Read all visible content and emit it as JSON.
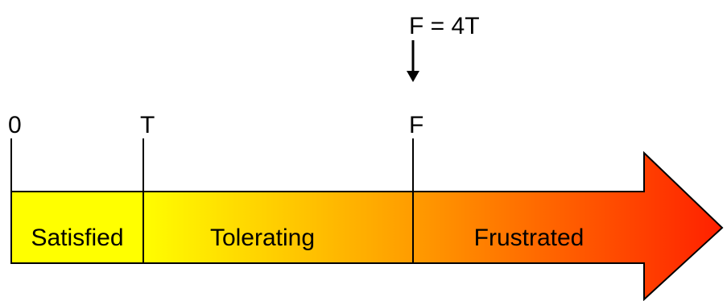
{
  "annotation": {
    "text": "F = 4T"
  },
  "ticks": {
    "zero": "0",
    "t": "T",
    "f": "F"
  },
  "zones": {
    "satisfied": "Satisfied",
    "tolerating": "Tolerating",
    "frustrated": "Frustrated"
  },
  "colors": {
    "yellow": "#ffff00",
    "orange": "#ffa000",
    "red": "#ff2000",
    "stroke": "#000000"
  }
}
